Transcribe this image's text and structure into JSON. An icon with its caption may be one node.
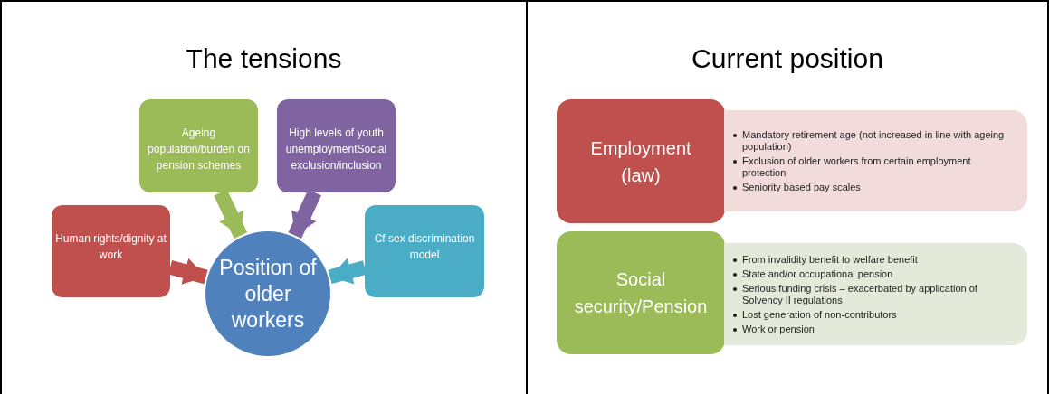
{
  "diagram": {
    "nodes": [
      {
        "text": [
          "The tensions"
        ]
      },
      {
        "text": [
          "Ageing population/burden on pension schemes"
        ],
        "in": 0
      },
      {
        "text": [
          "High levels of youth unemploymentSocial exclusion/inclusion"
        ],
        "in": 0
      },
      {
        "text": [
          "Human rights/dignity at work"
        ],
        "in": 0
      },
      {
        "text": [
          "Cf sex discrimination model"
        ],
        "in": 0
      },
      {
        "text": [
          "Position of older workers"
        ],
        "in": 0
      },
      {
        "text": [
          "Current position"
        ]
      },
      {
        "text": [
          "Employment (law)"
        ],
        "in": 6
      },
      {
        "text": [
          "Mandatory retirement age (not increased in line with ageing population)",
          "Exclusion of older workers from certain employment protection",
          "Seniority based pay scales"
        ],
        "in": 6
      },
      {
        "text": [
          "Social security/Pension"
        ],
        "in": 6
      },
      {
        "text": [
          "From invalidity benefit to welfare benefit",
          "State and/or occupational pension",
          "Serious funding crisis – exacerbated by application of Solvency II regulations",
          "Lost generation of non-contributors",
          "Work or pension"
        ],
        "in": 6
      }
    ],
    "edges": [
      {
        "from": 1,
        "to": 5,
        "arrow": "to",
        "color": "#9bbb59"
      },
      {
        "from": 2,
        "to": 5,
        "arrow": "to",
        "color": "#8064a2"
      },
      {
        "from": 3,
        "to": 5,
        "arrow": "to",
        "color": "#c0504d"
      },
      {
        "from": 4,
        "to": 5,
        "arrow": "to",
        "color": "#4bacc6"
      }
    ]
  }
}
